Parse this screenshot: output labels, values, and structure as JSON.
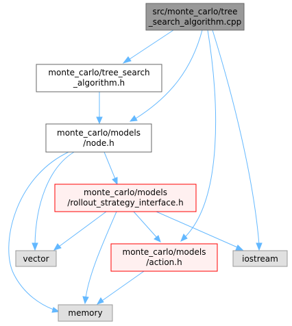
{
  "nodes": {
    "root": {
      "line1": "src/monte_carlo/tree",
      "line2": "_search_algorithm.cpp"
    },
    "tree_search_h": {
      "line1": "monte_carlo/tree_search",
      "line2": "_algorithm.h"
    },
    "node_h": {
      "line1": "monte_carlo/models",
      "line2": "/node.h"
    },
    "rollout_h": {
      "line1": "monte_carlo/models",
      "line2": "/rollout_strategy_interface.h"
    },
    "action_h": {
      "line1": "monte_carlo/models",
      "line2": "/action.h"
    },
    "vector": {
      "label": "vector"
    },
    "iostream": {
      "label": "iostream"
    },
    "memory": {
      "label": "memory"
    }
  },
  "colors": {
    "edge": "#63b8ff",
    "root_fill": "#999999",
    "root_stroke": "#666666",
    "local_fill": "#ffffff",
    "local_stroke": "#666666",
    "missing_fill": "#fff0f0",
    "missing_stroke": "#ff0000",
    "system_fill": "#e0e0e0",
    "system_stroke": "#999999"
  }
}
